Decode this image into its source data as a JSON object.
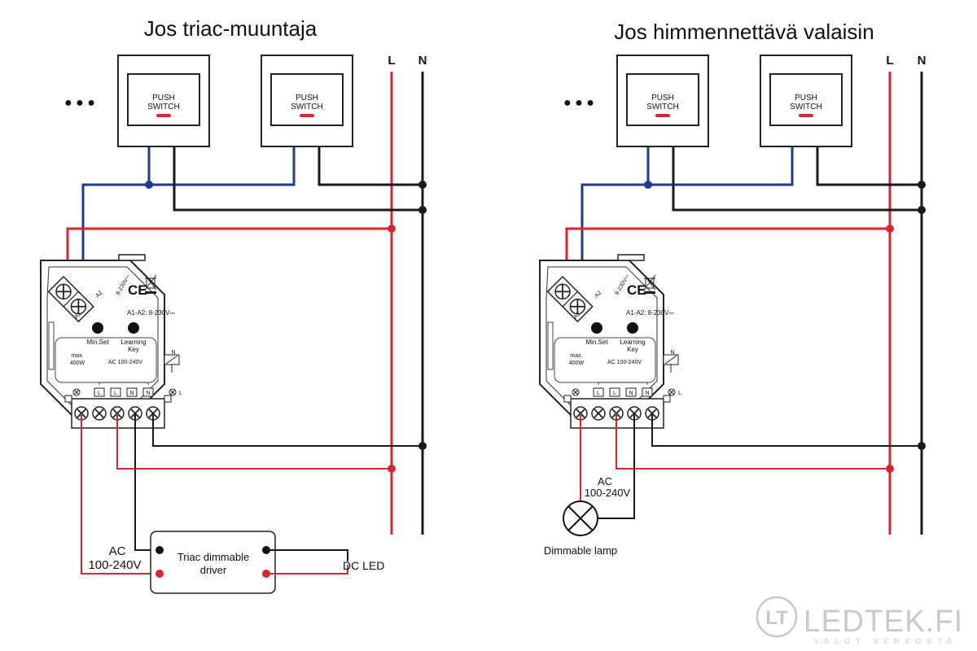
{
  "colors": {
    "live": "#d7262e",
    "neutral": "#1a1a1a",
    "control": "#1f3a8f",
    "brand": "#c9c9c9"
  },
  "left_panel": {
    "title": "Jos triac-muuntaja",
    "rail_l": "L",
    "rail_n": "N",
    "ellipsis": "● ● ●",
    "switch_1": [
      "PUSH",
      "SWITCH"
    ],
    "switch_2": [
      "PUSH",
      "SWITCH"
    ],
    "dimmer": {
      "a1_a2": "A1-A2: 8-230V⎓",
      "min_set": "Min.Set",
      "learning_key": [
        "Learning",
        "Key"
      ],
      "max_power": [
        "max.",
        "400W"
      ],
      "ac_range": "AC 100-240V",
      "terminals": [
        "L",
        "L",
        "N",
        "N"
      ],
      "load_n": "N",
      "load_l": "L",
      "terminal_a1": "A1",
      "terminal_a2": "A2",
      "side_label": "8-230V⎓",
      "ce_mark": "CE"
    },
    "ac_label": [
      "AC",
      "100-240V"
    ],
    "driver_label": [
      "Triac dimmable",
      "driver"
    ],
    "output_label": "DC LED"
  },
  "right_panel": {
    "title": "Jos himmennettävä valaisin",
    "rail_l": "L",
    "rail_n": "N",
    "ellipsis": "● ● ●",
    "switch_1": [
      "PUSH",
      "SWITCH"
    ],
    "switch_2": [
      "PUSH",
      "SWITCH"
    ],
    "dimmer": {
      "a1_a2": "A1-A2: 8-230V⎓",
      "min_set": "Min.Set",
      "learning_key": [
        "Learning",
        "Key"
      ],
      "max_power": [
        "max.",
        "400W"
      ],
      "ac_range": "AC 100-240V",
      "terminals": [
        "L",
        "L",
        "N",
        "N"
      ],
      "load_n": "N",
      "load_l": "L",
      "terminal_a1": "A1",
      "terminal_a2": "A2",
      "side_label": "8-230V⎓",
      "ce_mark": "CE"
    },
    "ac_label": [
      "AC",
      "100-240V"
    ],
    "lamp_label": "Dimmable lamp"
  },
  "brand": {
    "logo_letters": "LT",
    "name": "LEDTEK.FI",
    "tagline": "VALOT VERKOSTA"
  }
}
